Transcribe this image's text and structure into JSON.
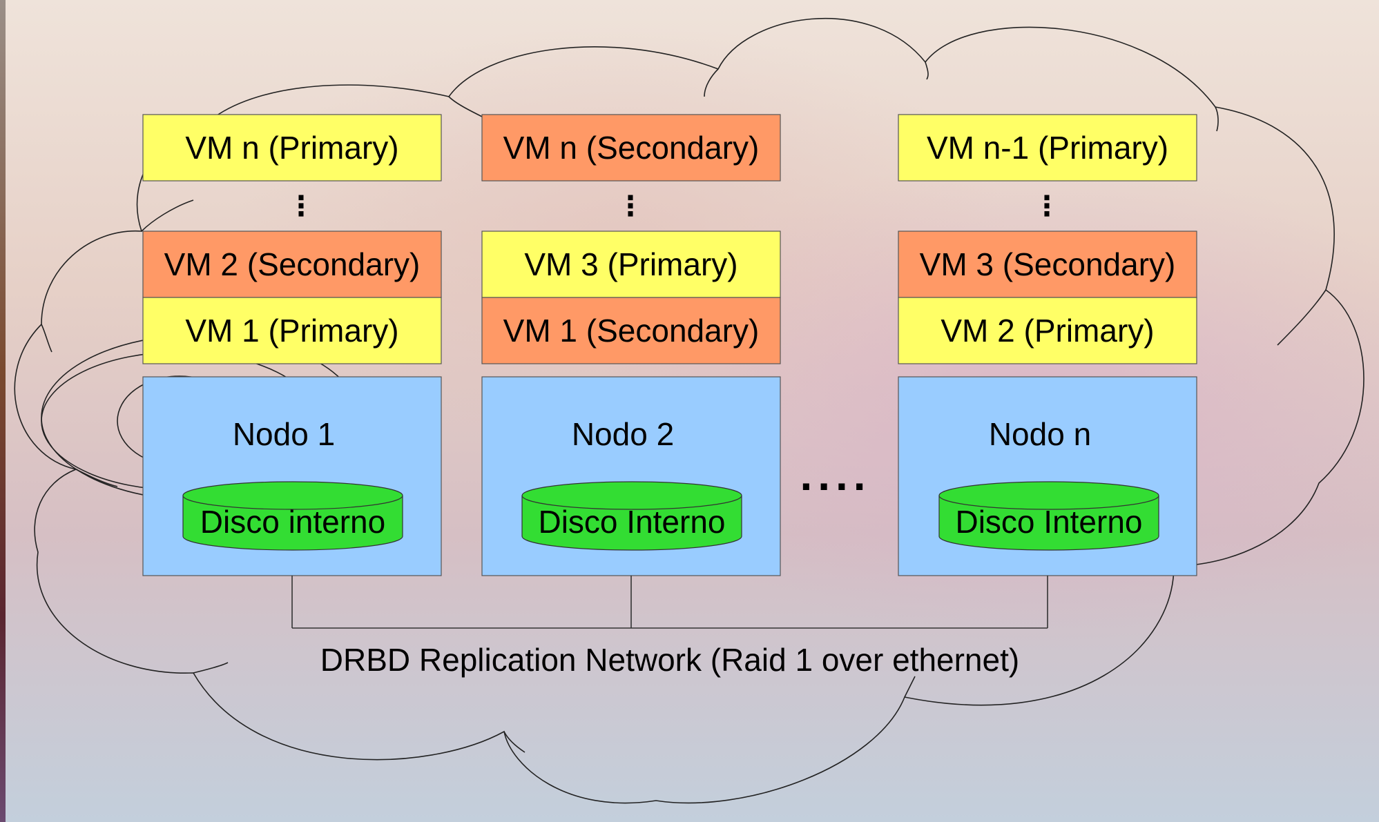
{
  "colors": {
    "primary_vm": "#ffff66",
    "secondary_vm": "#ff9966",
    "node": "#99ccff",
    "disk": "#33dd33"
  },
  "nodes": [
    {
      "name": "Nodo 1",
      "disk": "Disco interno",
      "top_vm": "VM n (Primary)",
      "top_vm_role": "primary",
      "dots": "⋮",
      "mid_vm": "VM 2 (Secondary)",
      "mid_vm_role": "secondary",
      "bottom_vm": "VM 1 (Primary)",
      "bottom_vm_role": "primary"
    },
    {
      "name": "Nodo 2",
      "disk": "Disco Interno",
      "top_vm": "VM n (Secondary)",
      "top_vm_role": "secondary",
      "dots": "⋮",
      "mid_vm": "VM 3 (Primary)",
      "mid_vm_role": "primary",
      "bottom_vm": "VM 1 (Secondary)",
      "bottom_vm_role": "secondary"
    },
    {
      "name": "Nodo n",
      "disk": "Disco Interno",
      "top_vm": "VM n-1 (Primary)",
      "top_vm_role": "primary",
      "dots": "⋮",
      "mid_vm": "VM 3 (Secondary)",
      "mid_vm_role": "secondary",
      "bottom_vm": "VM 2 (Primary)",
      "bottom_vm_role": "primary"
    }
  ],
  "ellipsis": "....",
  "network_label": "DRBD Replication Network (Raid 1 over ethernet)"
}
